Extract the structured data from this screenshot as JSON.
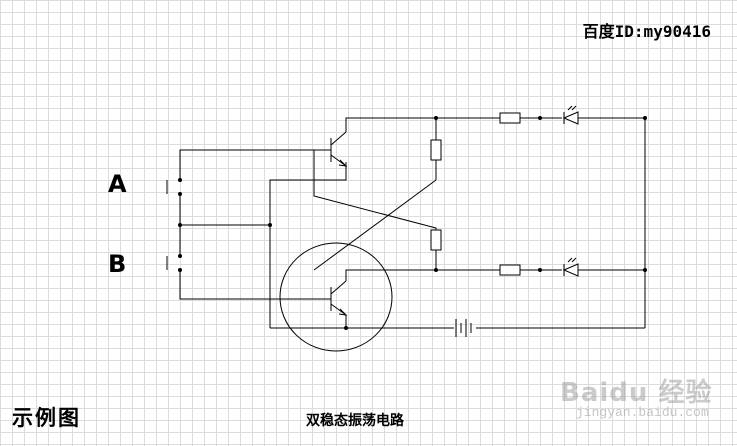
{
  "header": {
    "author_id": "百度ID:my90416"
  },
  "nodes": {
    "a": "A",
    "b": "B"
  },
  "captions": {
    "example": "示例图",
    "title": "双稳态振荡电路"
  },
  "watermark": {
    "brand": "Baidu 经验",
    "url": "jingyan.baidu.com"
  },
  "colors": {
    "wire": "#000000",
    "grid": "#dcdcdc",
    "background": "#ffffff"
  }
}
